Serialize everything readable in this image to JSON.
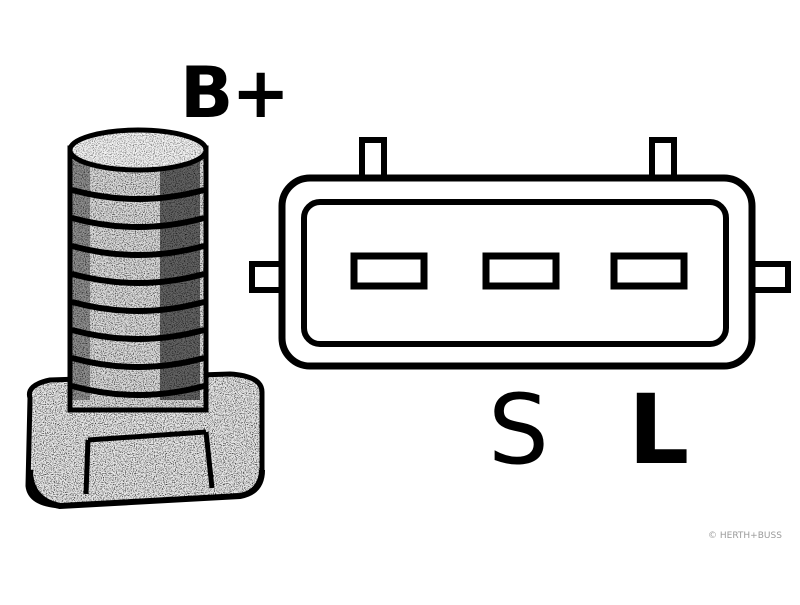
{
  "labels": {
    "bolt_terminal": "B+",
    "terminal_s": "S",
    "terminal_l": "L"
  },
  "watermark": "© HERTH+BUSS",
  "colors": {
    "ink": "#000000",
    "paper": "#ffffff"
  },
  "icons": {
    "bolt": "battery-bolt-terminal-icon",
    "connector": "three-pin-plug-connector-icon"
  }
}
